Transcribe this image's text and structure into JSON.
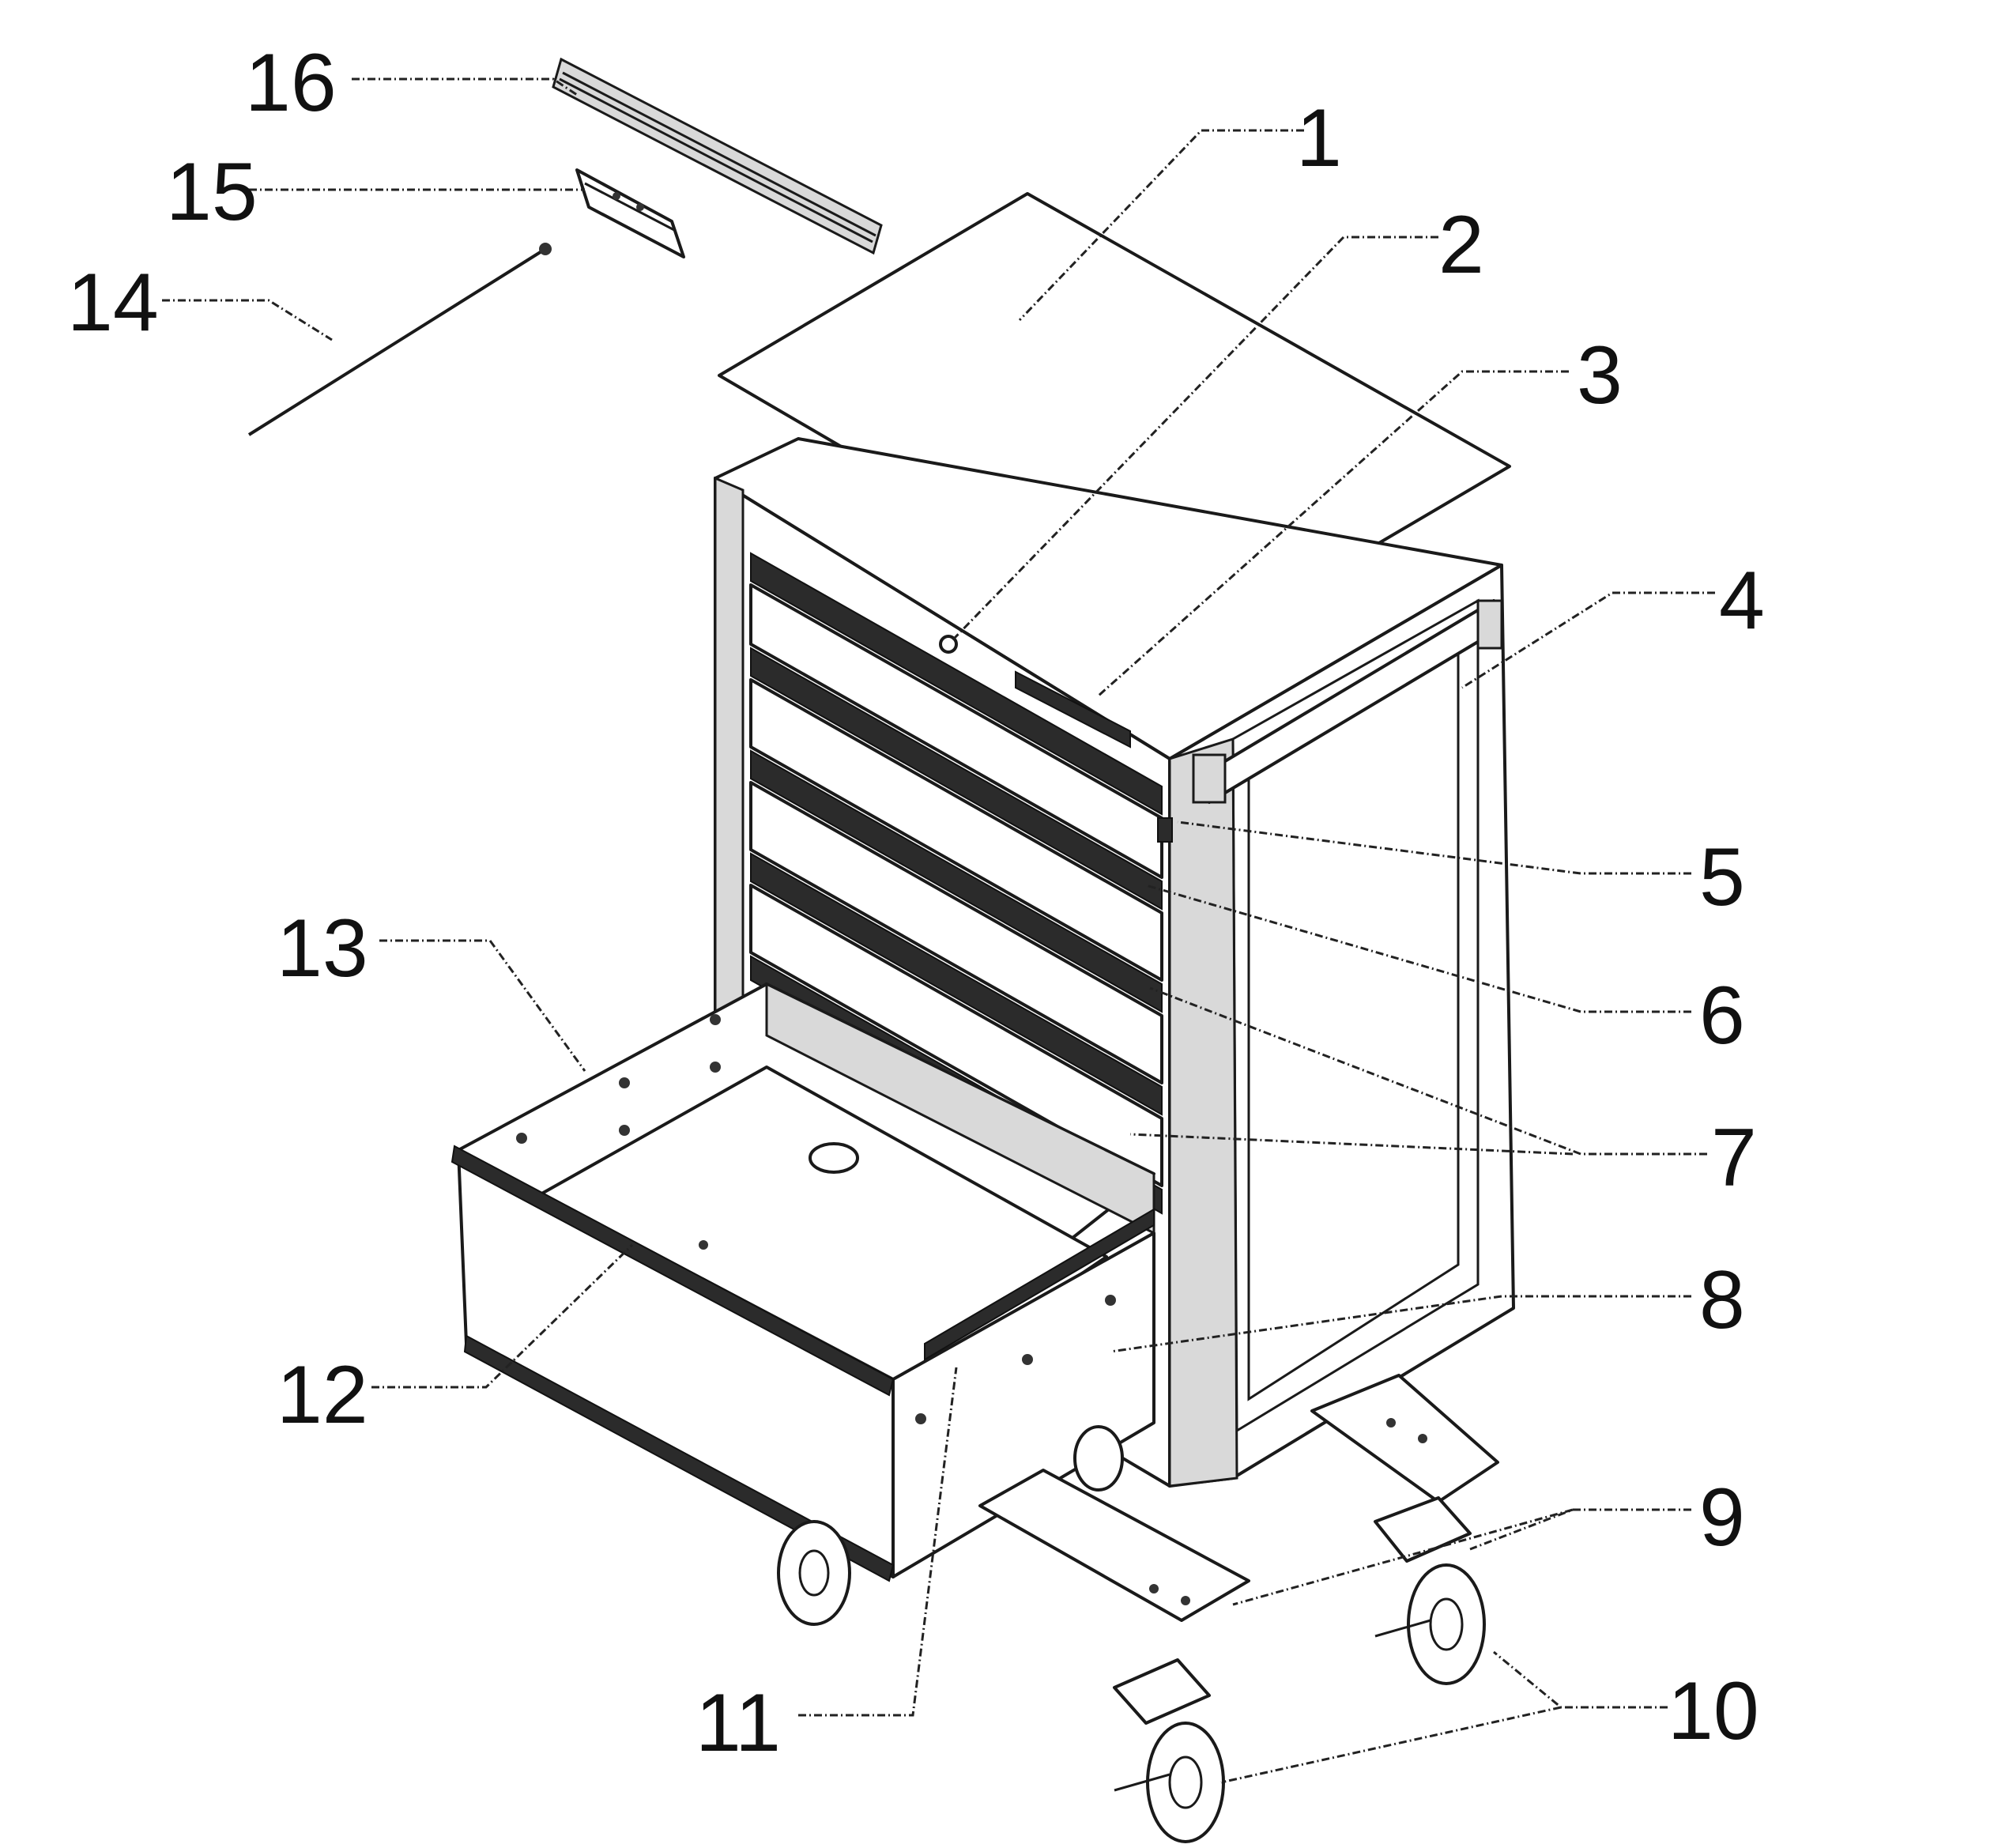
{
  "callouts": {
    "c1": "1",
    "c2": "2",
    "c3": "3",
    "c4": "4",
    "c5": "5",
    "c6": "6",
    "c7": "7",
    "c8": "8",
    "c9": "9",
    "c10": "10",
    "c11": "11",
    "c12": "12",
    "c13": "13",
    "c14": "14",
    "c15": "15",
    "c16": "16"
  },
  "colors": {
    "line": "#1a1a1a",
    "background": "#ffffff",
    "rail": "#2b2b2b"
  }
}
